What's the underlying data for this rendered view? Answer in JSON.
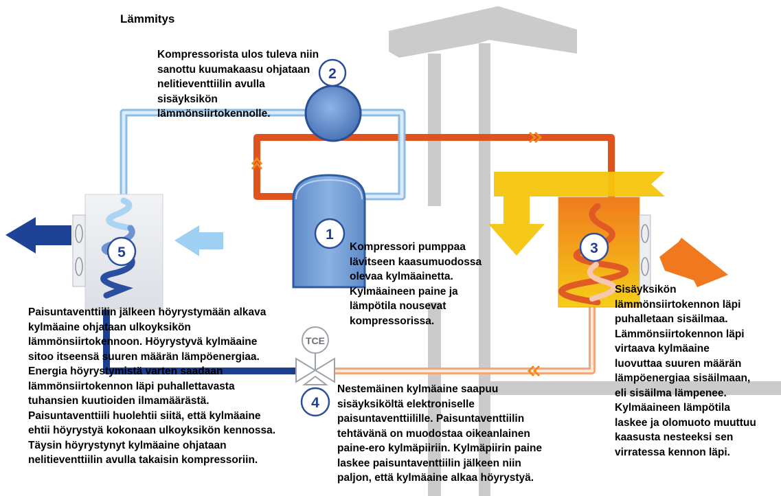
{
  "title": "Lämmitys",
  "steps": [
    {
      "number": "1",
      "text": "Kompressori pumppaa\nlävitseen kaasumuodossa\nolevaa kylmäainetta.\nKylmäaineen paine ja\nlämpötila nousevat\nkompressorissa."
    },
    {
      "number": "2",
      "text": "Kompressorista ulos tuleva niin\nsanottu kuumakaasu ohjataan\nnelitieventtiilin avulla\nsisäyksikön\nlämmönsiirtokennolle."
    },
    {
      "number": "3",
      "text": "Sisäyksikön\nlämmönsiirtokennon läpi\npuhalletaan sisäilmaa.\nLämmönsiirtokennon läpi\nvirtaava kylmäaine\nluovuttaa suuren määrän\nlämpöenergiaa sisäilmaan,\neli sisäilma lämpenee.\nKylmäaineen lämpötila\nlaskee ja olomuoto muuttuu\nkaasusta nesteeksi sen\nvirratessa kennon läpi."
    },
    {
      "number": "4",
      "text": "Nestemäinen kylmäaine saapuu\nsisäyksiköltä elektroniselle\npaisuntaventtiilille. Paisuntaventtiilin\ntehtävänä on muodostaa oikeanlainen\npaine-ero kylmäpiiriin. Kylmäpiirin paine\nlaskee paisuntaventtiilin jälkeen niin\npaljon, että kylmäaine alkaa höyrystyä."
    },
    {
      "number": "5",
      "text": "Paisuntaventtiilin jälkeen höyrystymään alkava\nkylmäaine ohjataan ulkoyksikön\nlämmönsiirtokennoon. Höyrystyvä kylmäaine\nsitoo itseensä suuren määrän lämpöenergiaa.\nEnergia höyrystymistä varten saadaan\nlämmönsiirtokennon läpi puhallettavasta\ntuhansien kuutioiden ilmamäärästä.\nPaisuntaventtiili huolehtii siitä, että kylmäaine\nehtii höyrystyä kokonaan ulkoyksikön kennossa.\nTäysin höyrystynyt kylmäaine ohjataan\nnelitieventtiilin avulla takaisin kompressoriin."
    }
  ],
  "valve_label": "TCE",
  "colors": {
    "house": "#cbcbcb",
    "hot_pipe": "#e0531f",
    "cold_pipe_light": "#a9d4f2",
    "cold_pipe_dark": "#1d3f8f",
    "warm_liquid_pipe": "#f5b98f",
    "compressor": "#6f9bd4",
    "indoor_coil_top": "#f08a1a",
    "indoor_coil_bottom": "#f5c81a",
    "yellow_air": "#f5c50e",
    "warm_air_out": "#f0781e",
    "cold_air_out": "#1e4396",
    "air_in_light": "#9fd0f3",
    "number_text": "#1f3f8f"
  },
  "icons": [
    "compressor-icon",
    "four-way-valve-icon",
    "expansion-valve-icon",
    "outdoor-coil-icon",
    "indoor-coil-icon",
    "fan-icon",
    "air-arrow-icon",
    "flow-chevron-icon"
  ]
}
